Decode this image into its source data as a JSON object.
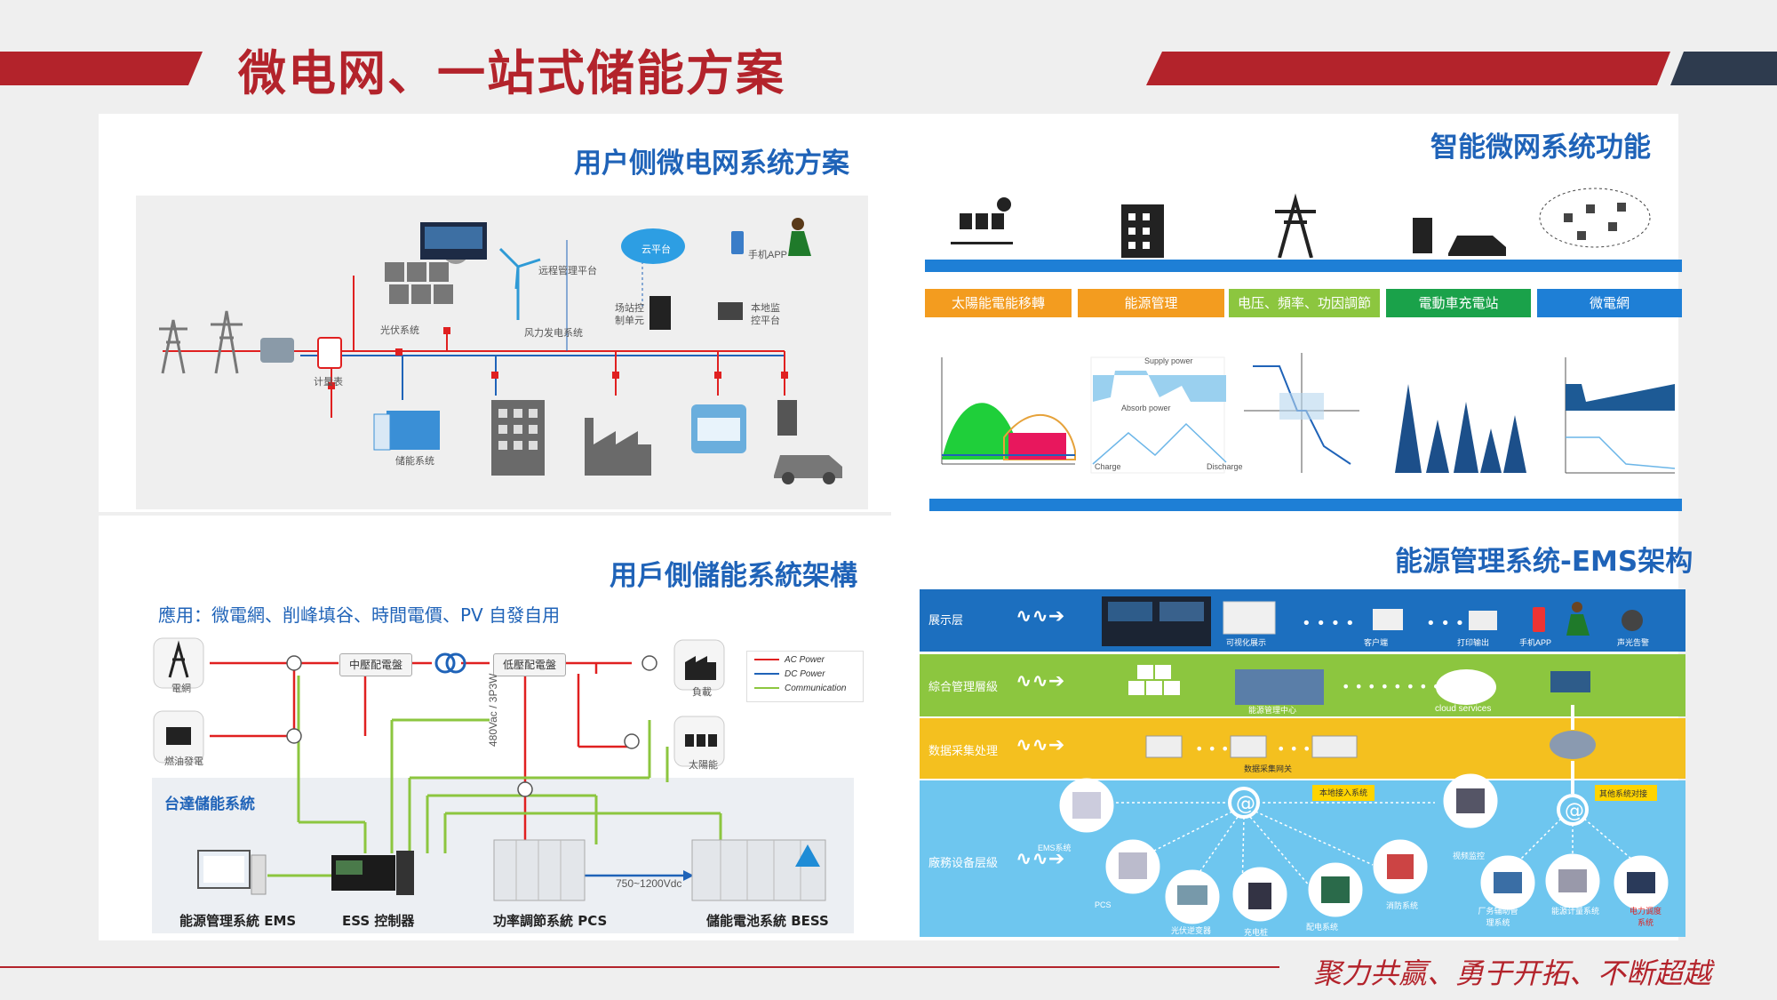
{
  "header": {
    "title": "微电网、一站式储能方案",
    "left_bar_color": "#b3232b",
    "right_bar_color": "#b3232b",
    "accent_dark": "#2e3b4e"
  },
  "footer": {
    "slogan": "聚力共赢、勇于开拓、不断超越"
  },
  "panel_top_left": {
    "title": "用户侧微电网系统方案",
    "labels": {
      "remote_platform": "远程管理平台",
      "cloud": "云平台",
      "mobile_app": "手机APP",
      "pv_system": "光伏系统",
      "wind_system": "风力发电系统",
      "station_ctrl": "场站控制单元",
      "local_monitor": "本地监控平台",
      "meter": "计量表",
      "storage": "储能系统"
    }
  },
  "panel_top_right": {
    "title": "智能微网系统功能",
    "functions": [
      {
        "label": "太陽能電能移轉",
        "color": "#f39c1f"
      },
      {
        "label": "能源管理",
        "color": "#f39c1f"
      },
      {
        "label": "电压、頻率、功因調節",
        "color": "#8cc63f"
      },
      {
        "label": "電動車充電站",
        "color": "#1aa24a"
      },
      {
        "label": "微電網",
        "color": "#1e7fd6"
      }
    ],
    "graph_labels": {
      "supply_power": "Supply power",
      "absorb_power": "Absorb power",
      "charge": "Charge",
      "discharge": "Discharge"
    }
  },
  "panel_bottom_left": {
    "title": "用戶側儲能系統架構",
    "application": "應用：微電網、削峰填谷、時間電價、PV 自發自用",
    "nodes": {
      "grid": "電網",
      "generator": "燃油發電",
      "mv_panel": "中壓配電盤",
      "lv_panel": "低壓配電盤",
      "load": "負載",
      "solar": "太陽能",
      "voltage": "480Vac / 3P3W",
      "dc_range": "750~1200Vdc",
      "system_name": "台達儲能系統",
      "ems": "能源管理系統 EMS",
      "ess": "ESS 控制器",
      "pcs": "功率調節系統 PCS",
      "bess": "儲能電池系統 BESS"
    },
    "legend": [
      {
        "label": "AC Power",
        "color": "#e02020"
      },
      {
        "label": "DC Power",
        "color": "#1f63b8"
      },
      {
        "label": "Communication",
        "color": "#8cc63f"
      }
    ]
  },
  "panel_bottom_right": {
    "title": "能源管理系统-EMS架构",
    "layers": [
      {
        "label": "展示层",
        "color": "#1c6fbf"
      },
      {
        "label": "綜合管理層級",
        "color": "#8cc63f"
      },
      {
        "label": "数据采集处理",
        "color": "#f4c01f"
      },
      {
        "label": "廠務设备层級",
        "color": "#6ec6ef"
      }
    ],
    "items": {
      "visual_display": "可视化展示",
      "client": "客户端",
      "print": "打印输出",
      "mobile_app": "手机APP",
      "alarm": "声光告警",
      "control_center": "能源管理中心",
      "cloud_services": "cloud services",
      "data_gateway": "数据采集网关",
      "local_access": "本地接入系统",
      "other_access": "其他系统对接",
      "ems_system": "EMS系统",
      "pcs": "PCS",
      "pv": "光伏逆变器",
      "charger": "充电桩",
      "distribution": "配电系统",
      "fire": "消防系统",
      "monitor": "视频监控",
      "factory": "厂务辅助管理系统",
      "meter": "能源计量系统",
      "power": "电力调度系统"
    }
  }
}
